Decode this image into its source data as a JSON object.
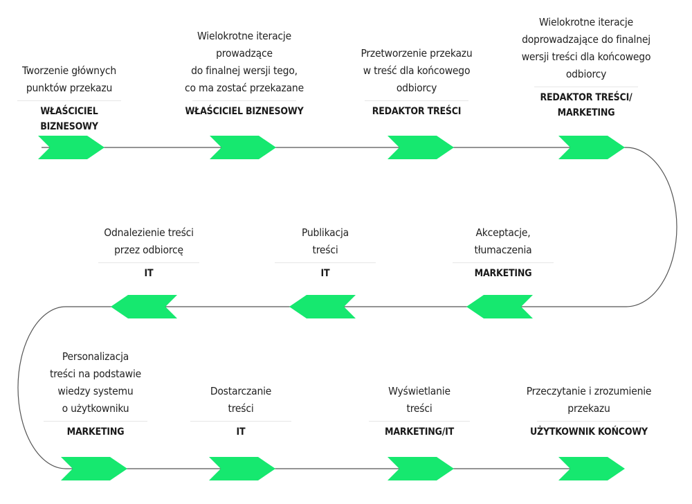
{
  "colors": {
    "arrow": "#16e86f",
    "path": "#555555",
    "text": "#222222",
    "divider": "#e6e6e6"
  },
  "steps": [
    {
      "description": "Tworzenie głównych\npunktów przekazu",
      "role": "WŁAŚCICIEL BIZNESOWY"
    },
    {
      "description": "Wielokrotne iteracje\nprowadzące\ndo finalnej wersji tego,\nco ma zostać przekazane",
      "role": "WŁAŚCICIEL BIZNESOWY"
    },
    {
      "description": "Przetworzenie przekazu\nw treść dla końcowego\nodbiorcy",
      "role": "REDAKTOR TREŚCI"
    },
    {
      "description": "Wielokrotne iteracje\ndoprowadzające do finalnej\nwersji treści dla końcowego\nodbiorcy",
      "role": "REDAKTOR TREŚCI/\nMARKETING"
    },
    {
      "description": "Akceptacje,\ntłumaczenia",
      "role": "MARKETING"
    },
    {
      "description": "Publikacja\ntreści",
      "role": "IT"
    },
    {
      "description": "Odnalezienie treści\nprzez odbiorcę",
      "role": "IT"
    },
    {
      "description": "Personalizacja\ntreści na podstawie\nwiedzy systemu\no użytkowniku",
      "role": "MARKETING"
    },
    {
      "description": "Dostarczanie\ntreści",
      "role": "IT"
    },
    {
      "description": "Wyświetlanie\ntreści",
      "role": "MARKETING/IT"
    },
    {
      "description": "Przeczytanie i zrozumienie\nprzekazu",
      "role": "UŻYTKOWNIK KOŃCOWY"
    }
  ]
}
